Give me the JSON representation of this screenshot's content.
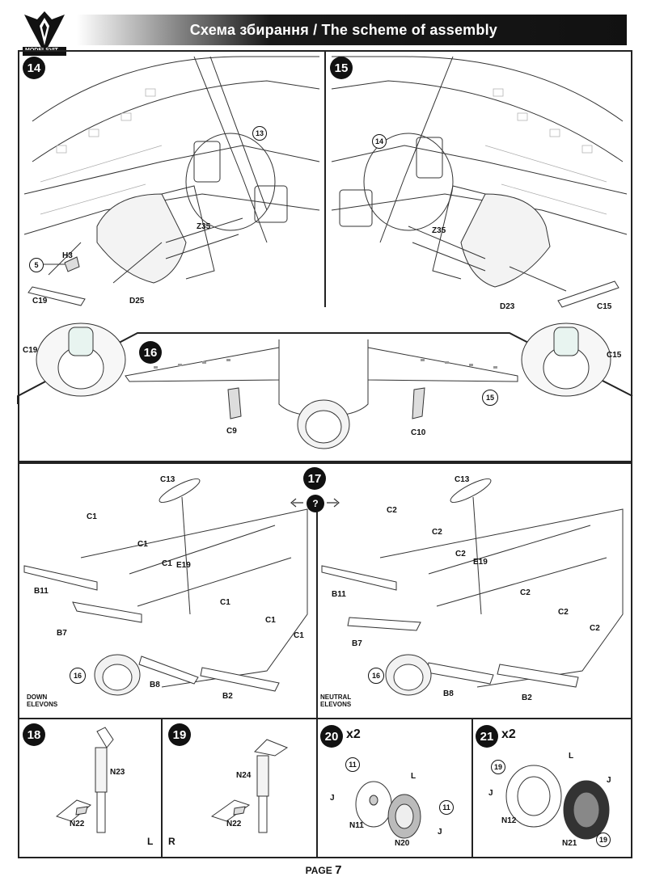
{
  "header": {
    "brand": "MODELSVIT",
    "title": "Схема збирання / The scheme of assembly"
  },
  "steps": {
    "s14": {
      "number": "14",
      "ref_step": "13",
      "labels": {
        "h3": "H3",
        "ref5": "5",
        "c19": "C19",
        "d25": "D25",
        "z35": "Z35",
        "c19b": "C19"
      }
    },
    "s15": {
      "number": "15",
      "ref_step": "14",
      "labels": {
        "z35": "Z35",
        "d23": "D23",
        "c15": "C15",
        "c15b": "C15"
      }
    },
    "s16": {
      "number": "16",
      "ref_step": "15",
      "labels": {
        "c9": "C9",
        "c10": "C10"
      }
    },
    "s17": {
      "number": "17",
      "ref_step": "16",
      "left": {
        "labels": {
          "c13": "C13",
          "c1a": "C1",
          "c1b": "C1",
          "c1c": "C1",
          "e19": "E19",
          "c1d": "C1",
          "c1e": "C1",
          "c1f": "C1",
          "b11": "B11",
          "b7": "B7",
          "b8": "B8",
          "b2": "B2"
        },
        "note_line1": "DOWN",
        "note_line2": "ELEVONS",
        "ref": "16"
      },
      "right": {
        "labels": {
          "c13": "C13",
          "c2a": "C2",
          "c2b": "C2",
          "c2c": "C2",
          "e19": "E19",
          "c2d": "C2",
          "c2e": "C2",
          "c2f": "C2",
          "b11": "B11",
          "b7": "B7",
          "b8": "B8",
          "b2": "B2"
        },
        "note_line1": "NEUTRAL",
        "note_line2": "ELEVONS",
        "ref": "16"
      },
      "choice_icon": "?"
    },
    "s18": {
      "number": "18",
      "labels": {
        "n23": "N23",
        "n22": "N22"
      },
      "side": "L"
    },
    "s19": {
      "number": "19",
      "labels": {
        "n24": "N24",
        "n22": "N22"
      },
      "side": "R"
    },
    "s20": {
      "number": "20",
      "mult": "x2",
      "labels": {
        "ref11a": "11",
        "ref11b": "11",
        "l": "L",
        "j1": "J",
        "j2": "J",
        "n11": "N11",
        "n20": "N20"
      }
    },
    "s21": {
      "number": "21",
      "mult": "x2",
      "labels": {
        "ref19a": "19",
        "ref19b": "19",
        "l": "L",
        "j1": "J",
        "j2": "J",
        "n12": "N12",
        "n21": "N21"
      }
    }
  },
  "footer": {
    "page_label": "PAGE",
    "page_number": "7"
  }
}
